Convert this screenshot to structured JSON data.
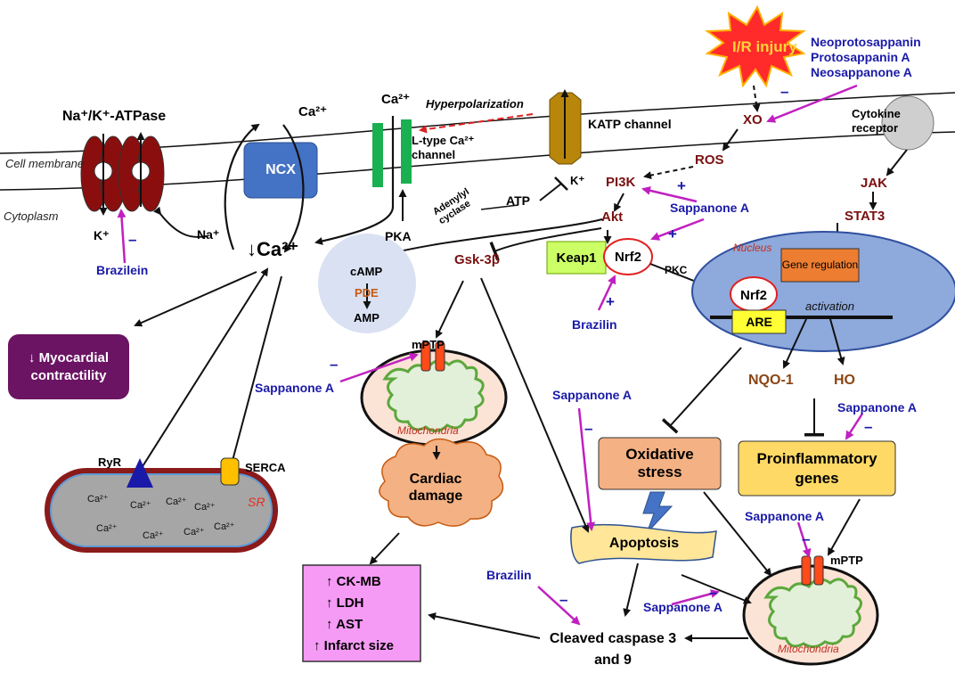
{
  "colors": {
    "herb_text": "#1a1aa8",
    "pathway_text": "#7a1010",
    "arrow_magenta": "#c020c0",
    "ir_burst": "#ff2a2a",
    "myocardial_box": "#6b1463",
    "markers_box": "#f59af5"
  },
  "stimulus": {
    "ir_injury": "I/R injury",
    "compounds": [
      "Neoprotosappanin",
      "Protosappanin A",
      "Neosappanone A"
    ],
    "compounds_sign": "–"
  },
  "membrane": {
    "cell_membrane": "Cell membrane",
    "cytoplasm": "Cytoplasm",
    "nak_atpase": "Na⁺/K⁺-ATPase",
    "k_out": "K⁺",
    "na_in": "Na⁺",
    "ncx": "NCX",
    "ca_ncx": "Ca²⁺",
    "ca_ltype": "Ca²⁺",
    "ltype_channel": "L-type Ca²⁺ channel",
    "hyperpolarization": "Hyperpolarization",
    "katp_channel": "KATP channel",
    "katp_k": "K⁺",
    "cytokine_receptor": "Cytokine receptor"
  },
  "calcium": {
    "ca_main": "↓Ca²⁺",
    "myocardial": "↓ Myocardial contractility",
    "ryr": "RyR",
    "serca": "SERCA",
    "sr": "SR",
    "ion": "Ca²⁺"
  },
  "camp": {
    "pka": "PKA",
    "camp": "cAMP",
    "pde": "PDE",
    "amp": "AMP",
    "adenylyl": "Adenylyl cyclase",
    "atp": "ATP"
  },
  "signaling": {
    "xo": "XO",
    "ros": "ROS",
    "pi3k": "PI3K",
    "akt": "Akt",
    "gsk": "Gsk-3β",
    "keap1": "Keap1",
    "nrf2": "Nrf2",
    "pkc": "PKC",
    "jak": "JAK",
    "stat3": "STAT3",
    "nucleus": "Nucleus",
    "gene_regulation": "Gene regulation",
    "nrf2_nuc": "Nrf2",
    "are": "ARE",
    "activation": "activation",
    "nqo1": "NQO-1",
    "ho": "HO"
  },
  "mito": {
    "mptp_left": "mPTP",
    "mito_left": "Mitochondria",
    "mptp_right": "mPTP",
    "mito_right": "Mitochondria"
  },
  "outcomes": {
    "cardiac_damage": "Cardiac damage",
    "oxidative_stress": "Oxidative stress",
    "proinflammatory": "Proinflammatory genes",
    "apoptosis": "Apoptosis",
    "caspase": "Cleaved caspase 3 and 9",
    "markers": [
      "↑ CK-MB",
      "↑ LDH",
      "↑ AST",
      "↑ Infarct size"
    ]
  },
  "herbs": {
    "brazilein": "Brazilein",
    "sappanone_a": "Sappanone A",
    "brazilin": "Brazilin",
    "minus": "–",
    "plus": "+"
  }
}
